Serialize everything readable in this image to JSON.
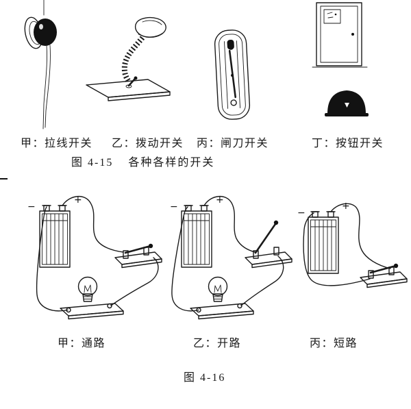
{
  "figure15": {
    "labels": [
      "甲：拉线开关",
      "乙：拨动开关",
      "丙：闸刀开关",
      "丁：按钮开关"
    ],
    "caption_number": "图 4-15",
    "caption_title": "各种各样的开关"
  },
  "figure16": {
    "labels": [
      "甲：通路",
      "乙：开路",
      "丙：短路"
    ],
    "caption_number": "图 4-16"
  },
  "battery": {
    "minus": "−",
    "plus": "+"
  }
}
